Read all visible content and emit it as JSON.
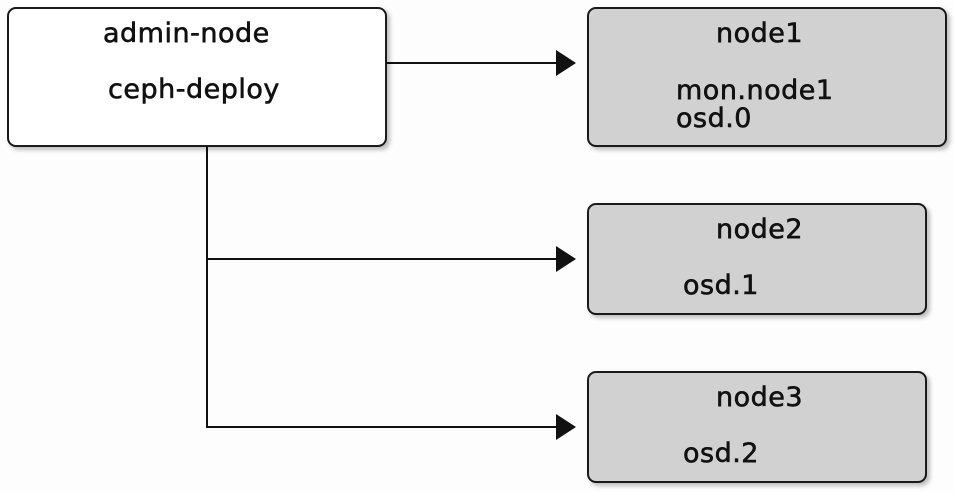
{
  "admin": {
    "title": "admin-node",
    "tool": "ceph-deploy"
  },
  "nodes": [
    {
      "title": "node1",
      "services": [
        "mon.node1",
        "osd.0"
      ]
    },
    {
      "title": "node2",
      "services": [
        "osd.1"
      ]
    },
    {
      "title": "node3",
      "services": [
        "osd.2"
      ]
    }
  ],
  "colors": {
    "admin_fill": "#ffffff",
    "node_fill": "#d1d1d1",
    "stroke": "#1a1a1a",
    "background": "#fdfdfd"
  }
}
